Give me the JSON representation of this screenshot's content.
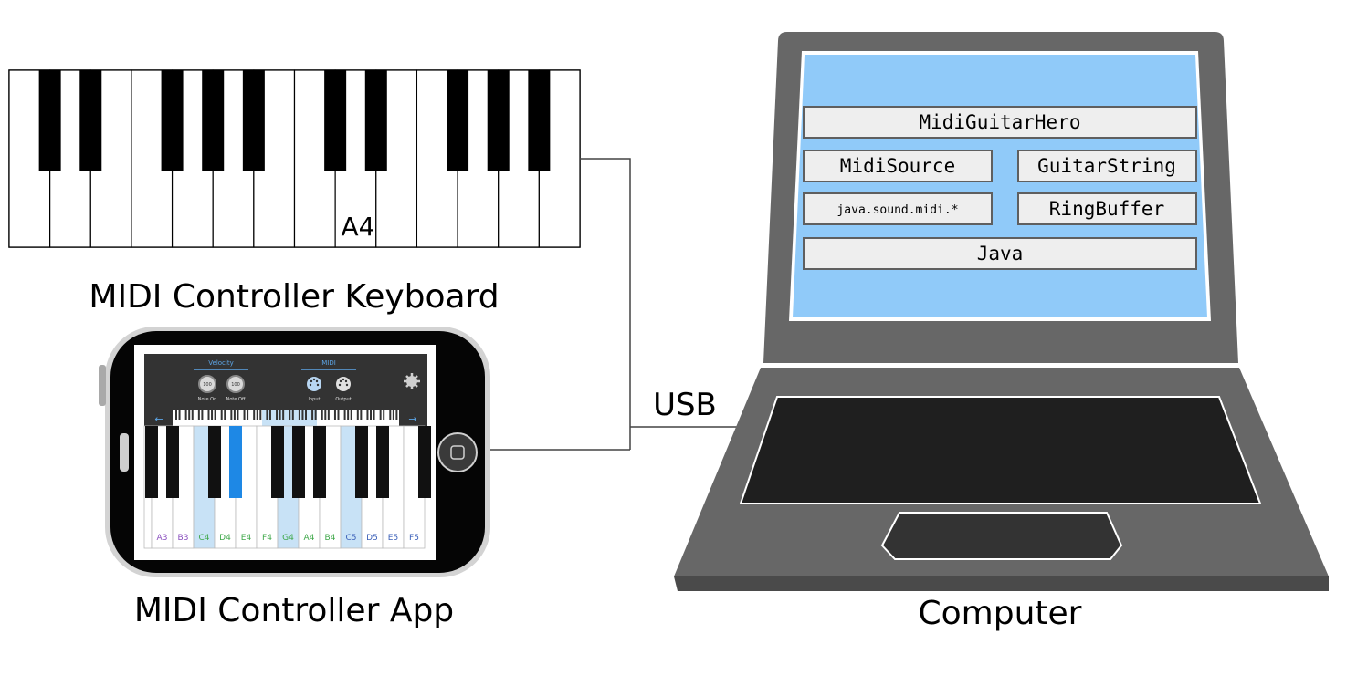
{
  "labels": {
    "keyboard_caption": "MIDI Controller Keyboard",
    "app_caption": "MIDI Controller App",
    "computer_caption": "Computer",
    "usb": "USB",
    "highlight_key": "A4"
  },
  "software_stack": {
    "top": "MidiGuitarHero",
    "midi_source": "MidiSource",
    "guitar_string": "GuitarString",
    "javax": "java.sound.midi.*",
    "ring_buffer": "RingBuffer",
    "base": "Java"
  },
  "app": {
    "velocity_label": "Velocity",
    "midi_label": "MIDI",
    "knob_value_on": "100",
    "knob_value_off": "100",
    "note_on": "Note On",
    "note_off": "Note Off",
    "input": "Input",
    "output": "Output",
    "left_arrow": "←",
    "right_arrow": "→",
    "notes": [
      "A3",
      "B3",
      "C4",
      "D4",
      "E4",
      "F4",
      "G4",
      "A4",
      "B4",
      "C5",
      "D5",
      "E5",
      "F5"
    ],
    "note_colors": [
      "#8a4fbf",
      "#8a4fbf",
      "#3fa84a",
      "#3fa84a",
      "#3fa84a",
      "#3fa84a",
      "#3fa84a",
      "#3fa84a",
      "#3fa84a",
      "#3a5fb8",
      "#3a5fb8",
      "#3a5fb8",
      "#3a5fb8"
    ]
  },
  "colors": {
    "screen_bg": "#90caf9",
    "laptop_body": "#676767",
    "box_fill": "#eeeeee",
    "highlight_key": "#c8e2f6",
    "active_key": "#1e88e5"
  }
}
